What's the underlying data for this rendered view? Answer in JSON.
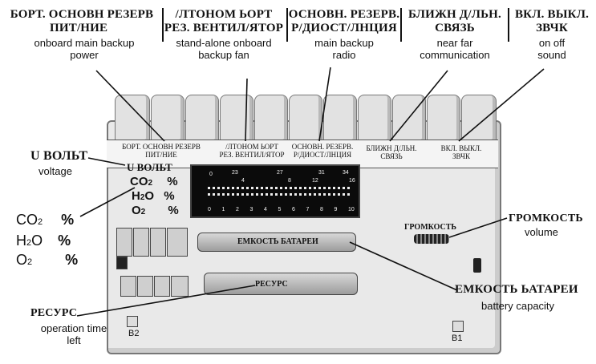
{
  "columns": [
    {
      "ru": "БОРТ.  ОСНОВН  РЕЗЕРВ",
      "ru2": "ПИТ/НИЕ",
      "en": "onboard main backup",
      "en2": "power"
    },
    {
      "ru": "/ЛТОНОМ  ЬОРТ",
      "ru2": "РЕЗ.  ВЕНТИЛ/ЯТОР",
      "en": "stand-alone onboard",
      "en2": "backup fan"
    },
    {
      "ru": "ОСНОВН. РЕЗЕРВ.",
      "ru2": "Р/ДИОСТ/ЛНЦИЯ",
      "en": "main backup",
      "en2": "radio"
    },
    {
      "ru": "БЛИЖН  Д/ЛЬН.",
      "ru2": "СВЯЗЬ",
      "en": "near far",
      "en2": "communication"
    },
    {
      "ru": "ВКЛ.  ВЫКЛ.",
      "ru2": "ЗВЧК",
      "en": "on  off",
      "en2": "sound"
    }
  ],
  "strip": [
    {
      "l1": "БОРТ.  ОСНОВН  РЕЗЕРВ",
      "l2": "ПИТ/НИЕ"
    },
    {
      "l1": "/ЛТОНОМ  ЬОРТ",
      "l2": "РЕЗ.  ВЕНТИЛ/ЯТОР"
    },
    {
      "l1": "ОСНОВН. РЕЗЕРВ.",
      "l2": "Р/ДИОСТ/ЛНЦИЯ"
    },
    {
      "l1": "БЛИЖН  Д/ЛЬН.",
      "l2": "СВЯЗЬ"
    },
    {
      "l1": "ВКЛ.  ВЫКЛ.",
      "l2": "ЗВЧК"
    }
  ],
  "left": {
    "volt_ru": "U  ВОЛЬТ",
    "volt_en": "voltage",
    "gas1": "CO",
    "gas1_sub": "2",
    "gas2": "H",
    "gas2_sub": "2",
    "gas2_b": "O",
    "gas3": "O",
    "gas3_sub": "2",
    "percent": "%",
    "resurs_ru": "РЕСУРС",
    "resurs_en": "operation time",
    "resurs_en2": "left"
  },
  "right": {
    "volume_ru": "ГРОМКОСТЬ",
    "volume_en": "volume",
    "battery_ru": "ЕМКОСТЬ ЬАТАРЕИ",
    "battery_en": "battery capacity"
  },
  "device": {
    "volt": "U  ВОЛЬТ",
    "battery_bar": "ЕМКОСТЬ  БАТАРЕИ",
    "resurs_bar": "РЕСУРС",
    "volume": "ГРОМКОСТЬ",
    "b1": "B1",
    "b2": "B2",
    "top_ticks": [
      "0",
      "23",
      "4",
      "27",
      "8",
      "12",
      "31",
      "34",
      "16"
    ],
    "bottom_ticks": [
      "0",
      "1",
      "2",
      "3",
      "4",
      "5",
      "6",
      "7",
      "8",
      "9",
      "10"
    ]
  }
}
